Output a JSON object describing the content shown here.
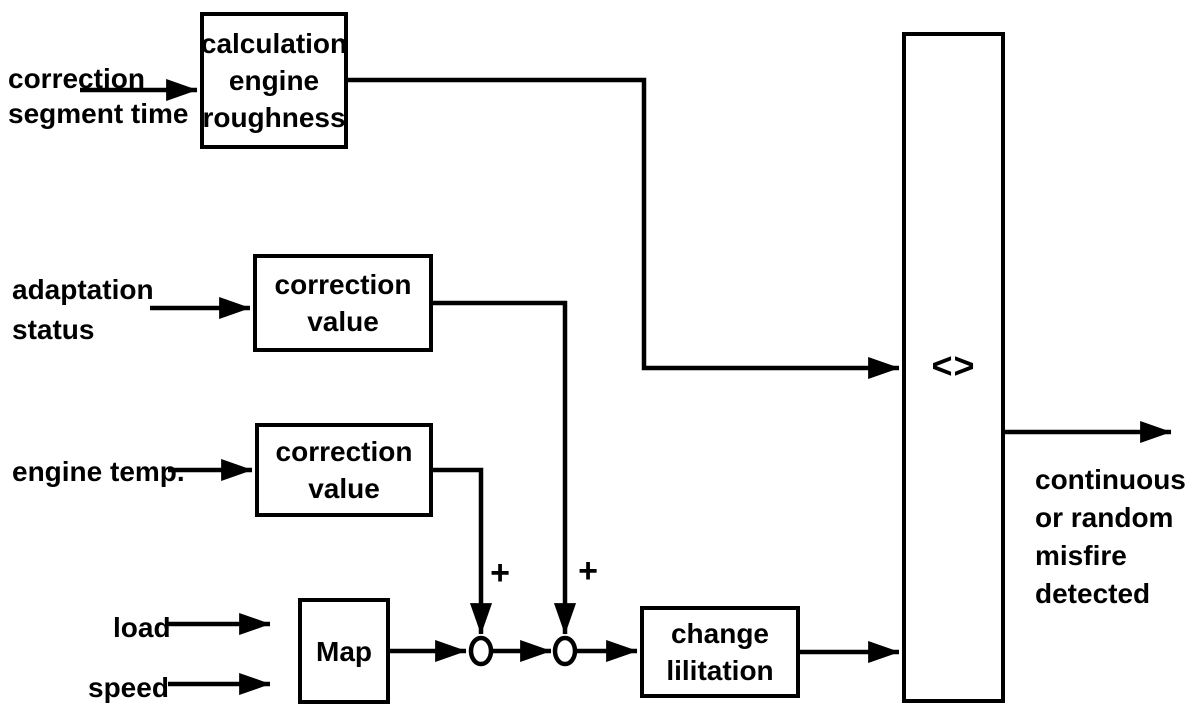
{
  "colors": {
    "ink": "#000000",
    "background": "#ffffff"
  },
  "inputs": {
    "correction_segment_time": "correction\nsegment time",
    "adaptation_status": "adaptation\nstatus",
    "engine_temp": "engine temp.",
    "load": "load",
    "speed": "speed"
  },
  "blocks": {
    "calculation_engine_roughness": "calculation\nengine\nroughness",
    "correction_value_top": "correction\nvalue",
    "correction_value_bottom": "correction\nvalue",
    "map": "Map",
    "change_lilitation": "change\nlilitation",
    "comparator_symbol": "<>"
  },
  "operators": {
    "plus_left": "+",
    "plus_right": "+"
  },
  "output": {
    "result": "continuous\nor random\nmisfire\ndetected"
  }
}
